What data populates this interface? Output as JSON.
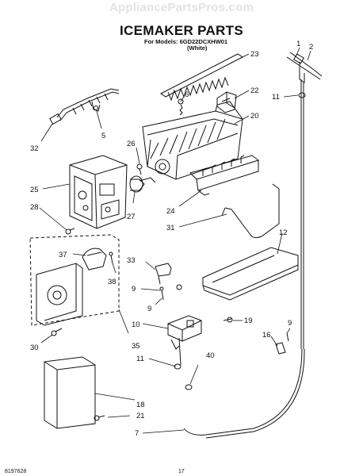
{
  "watermark": "AppliancePartsPros.com",
  "title": "ICEMAKER PARTS",
  "models_line": "For Models: 6GD22DCXHW01",
  "color_line": "(White)",
  "doc_number": "8197628",
  "page_number": "17",
  "callouts": [
    "1",
    "2",
    "23",
    "6",
    "22",
    "11",
    "20",
    "32",
    "5",
    "26",
    "25",
    "27",
    "24",
    "28",
    "31",
    "12",
    "37",
    "33",
    "9",
    "38",
    "9",
    "10",
    "19",
    "35",
    "30",
    "9",
    "16",
    "11",
    "40",
    "18",
    "21",
    "7"
  ]
}
